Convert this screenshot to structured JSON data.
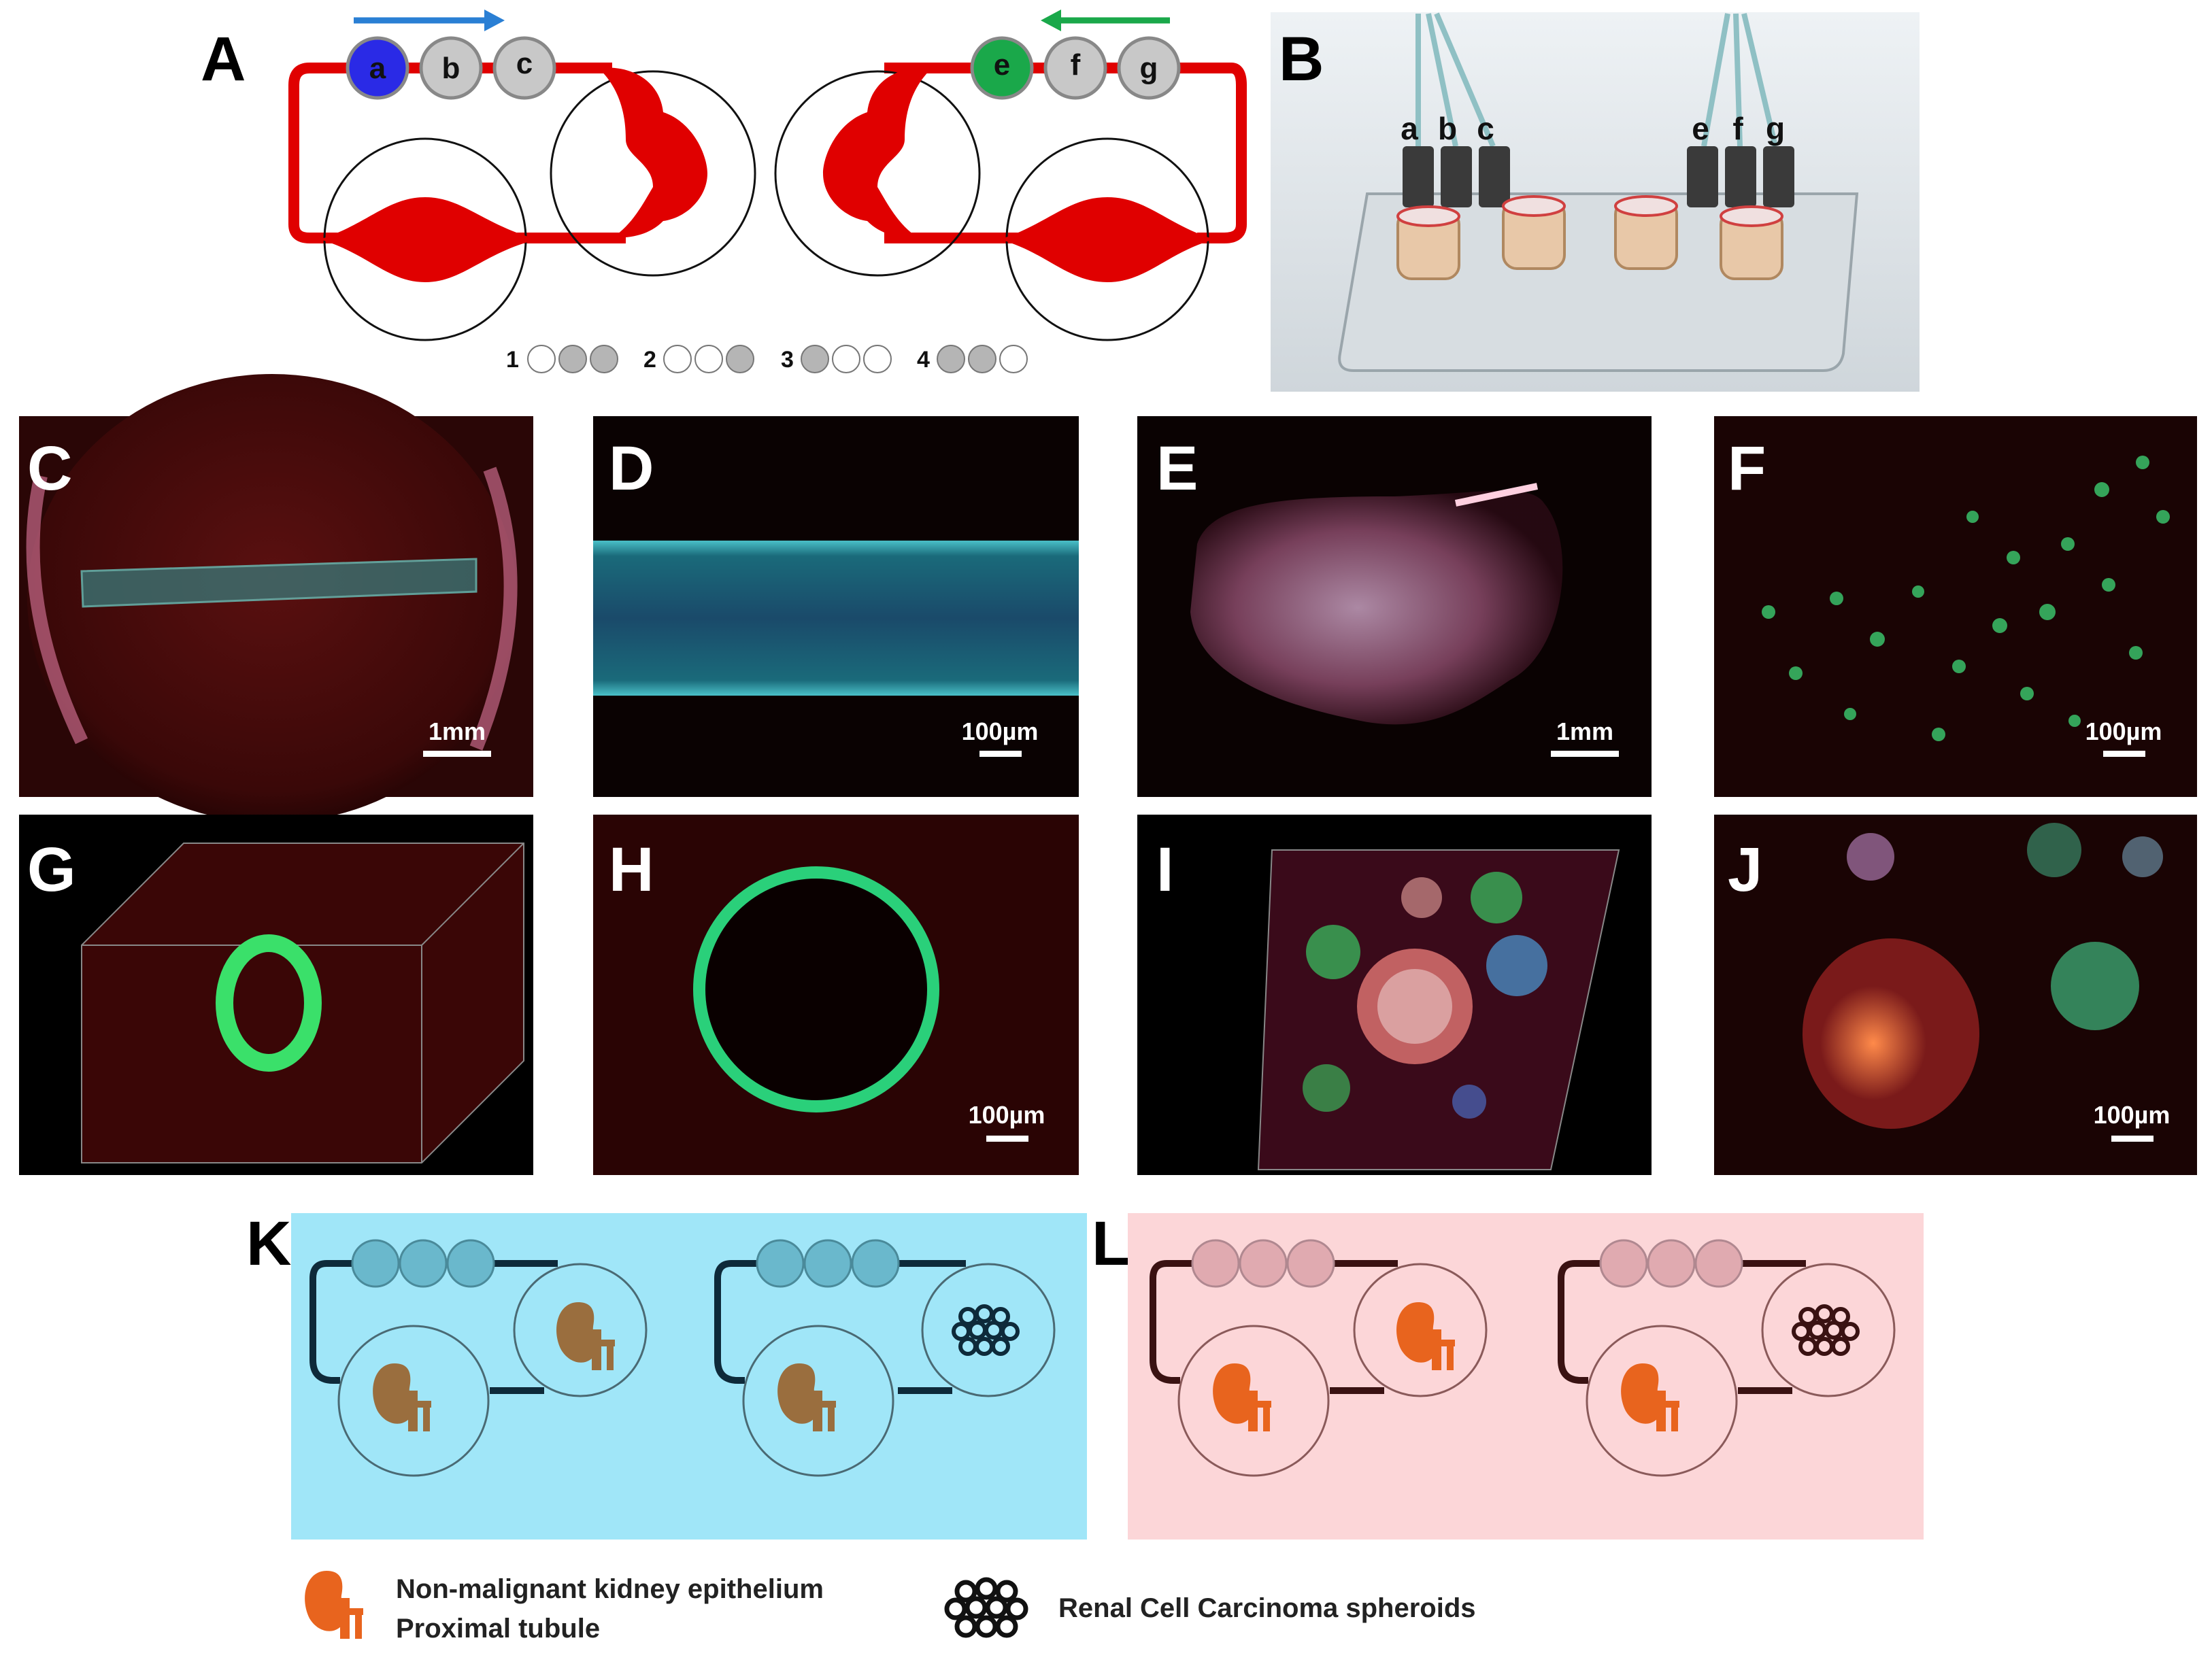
{
  "panels": {
    "A": "A",
    "B": "B",
    "C": "C",
    "D": "D",
    "E": "E",
    "F": "F",
    "G": "G",
    "H": "H",
    "I": "I",
    "J": "J",
    "K": "K",
    "L": "L"
  },
  "panel_a": {
    "left_pumps": [
      "a",
      "b",
      "c"
    ],
    "right_pumps": [
      "e",
      "f",
      "g"
    ],
    "sequence": [
      {
        "num": "1",
        "states": [
          "empty",
          "filled",
          "filled"
        ]
      },
      {
        "num": "2",
        "states": [
          "empty",
          "empty",
          "filled"
        ]
      },
      {
        "num": "3",
        "states": [
          "filled",
          "empty",
          "empty"
        ]
      },
      {
        "num": "4",
        "states": [
          "filled",
          "filled",
          "empty"
        ]
      }
    ],
    "colors": {
      "channel": "#e00000",
      "pump_a": "#2a2ae6",
      "pump_e": "#1aa84a",
      "pump_idle": "#c8c8c8",
      "arrow_left": "#2a7fd4",
      "arrow_right": "#1aa84a"
    }
  },
  "panel_b": {
    "left_labels": [
      "a",
      "b",
      "c"
    ],
    "right_labels": [
      "e",
      "f",
      "g"
    ]
  },
  "scale_bars": {
    "C": "1mm",
    "D": "100µm",
    "E": "1mm",
    "F": "100µm",
    "H": "100µm",
    "J": "100µm"
  },
  "panel_k": {
    "background": "#a0e6f8",
    "kidney_color": "#9a6e3e",
    "line_color": "#0e2a3a"
  },
  "panel_l": {
    "background": "#fcd6d8",
    "kidney_color": "#e8641e",
    "line_color": "#3a1212"
  },
  "legend": {
    "kidney_line1": "Non-malignant kidney epithelium",
    "kidney_line2": "Proximal tubule",
    "spheroid": "Renal Cell Carcinoma spheroids"
  }
}
